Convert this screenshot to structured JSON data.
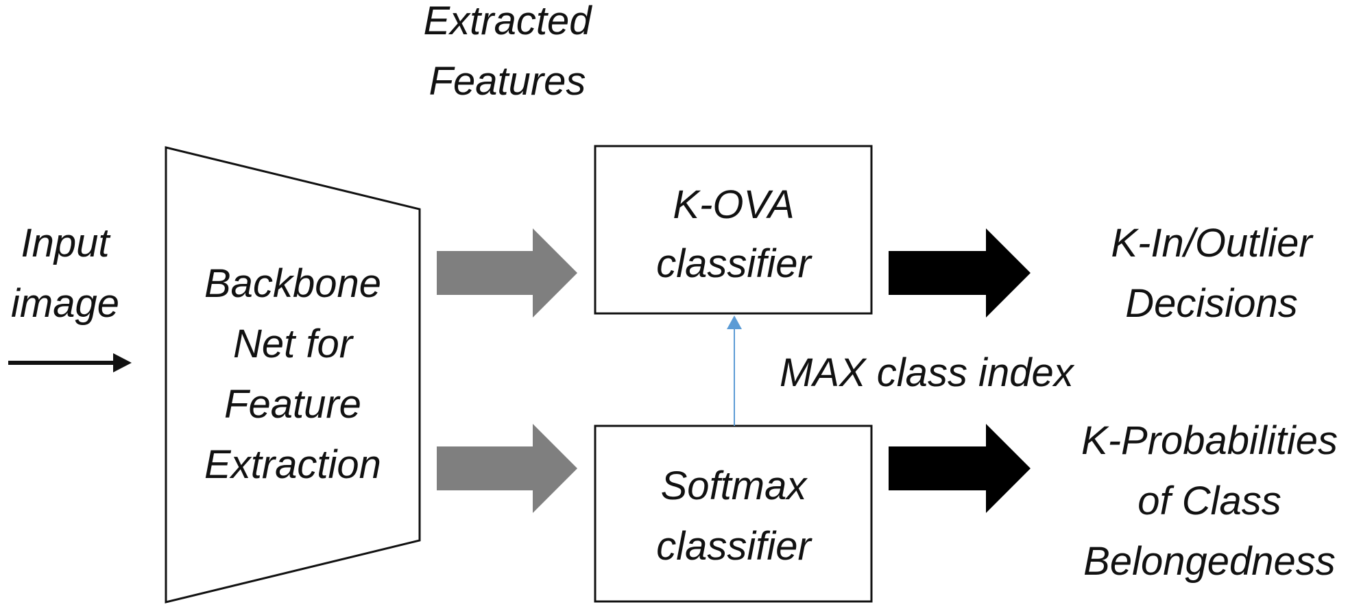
{
  "diagram": {
    "title_lines": [
      "Extracted",
      "Features"
    ],
    "input_lines": [
      "Input",
      "image"
    ],
    "backbone_lines": [
      "Backbone",
      "Net for",
      "Feature",
      "Extraction"
    ],
    "kova_lines": [
      "K-OVA",
      "classifier"
    ],
    "softmax_lines": [
      "Softmax",
      "classifier"
    ],
    "connector_label": "MAX class index",
    "output_top_lines": [
      "K-In/Outlier",
      "Decisions"
    ],
    "output_bottom_lines": [
      "K-Probabilities",
      "of Class",
      "Belongedness"
    ]
  },
  "colors": {
    "feature_arrow": "#7f7f7f",
    "output_arrow": "#000000",
    "connector": "#5b9bd5",
    "stroke": "#111111"
  }
}
